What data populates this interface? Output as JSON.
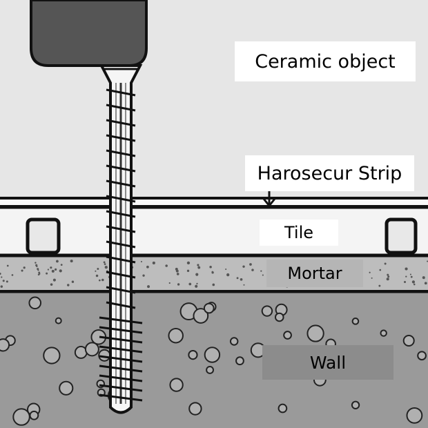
{
  "labels": {
    "ceramic_object": "Ceramic object",
    "strip": "Harosecur Strip",
    "tile": "Tile",
    "mortar": "Mortar",
    "wall": "Wall"
  },
  "colors": {
    "background": "#e6e6e6",
    "ceramic": "#555555",
    "mortar": "#bdbdbd",
    "wall": "#9a9a9a",
    "outline": "#111111"
  }
}
